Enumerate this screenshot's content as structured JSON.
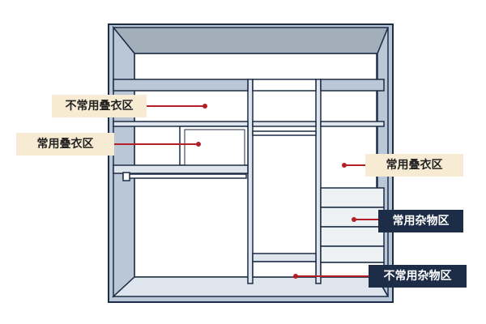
{
  "diagram": {
    "colors": {
      "outline": "#1d2c47",
      "panel_blue": "#b9c7d6",
      "top_gray": "#a3aebb",
      "shelf_white": "#ffffff",
      "drawer_gray": "#eef1f4",
      "pointer_red": "#b31f24",
      "label_light_bg": "#f7ecd3",
      "label_dark_bg": "#1d2c47"
    },
    "labels": [
      {
        "id": "lbl-1",
        "text": "不常用叠衣区"
      },
      {
        "id": "lbl-2",
        "text": "常用叠衣区"
      },
      {
        "id": "lbl-3",
        "text": "常用叠衣区"
      },
      {
        "id": "lbl-4",
        "text": "常用杂物区"
      },
      {
        "id": "lbl-5",
        "text": "不常用杂物区"
      }
    ]
  }
}
